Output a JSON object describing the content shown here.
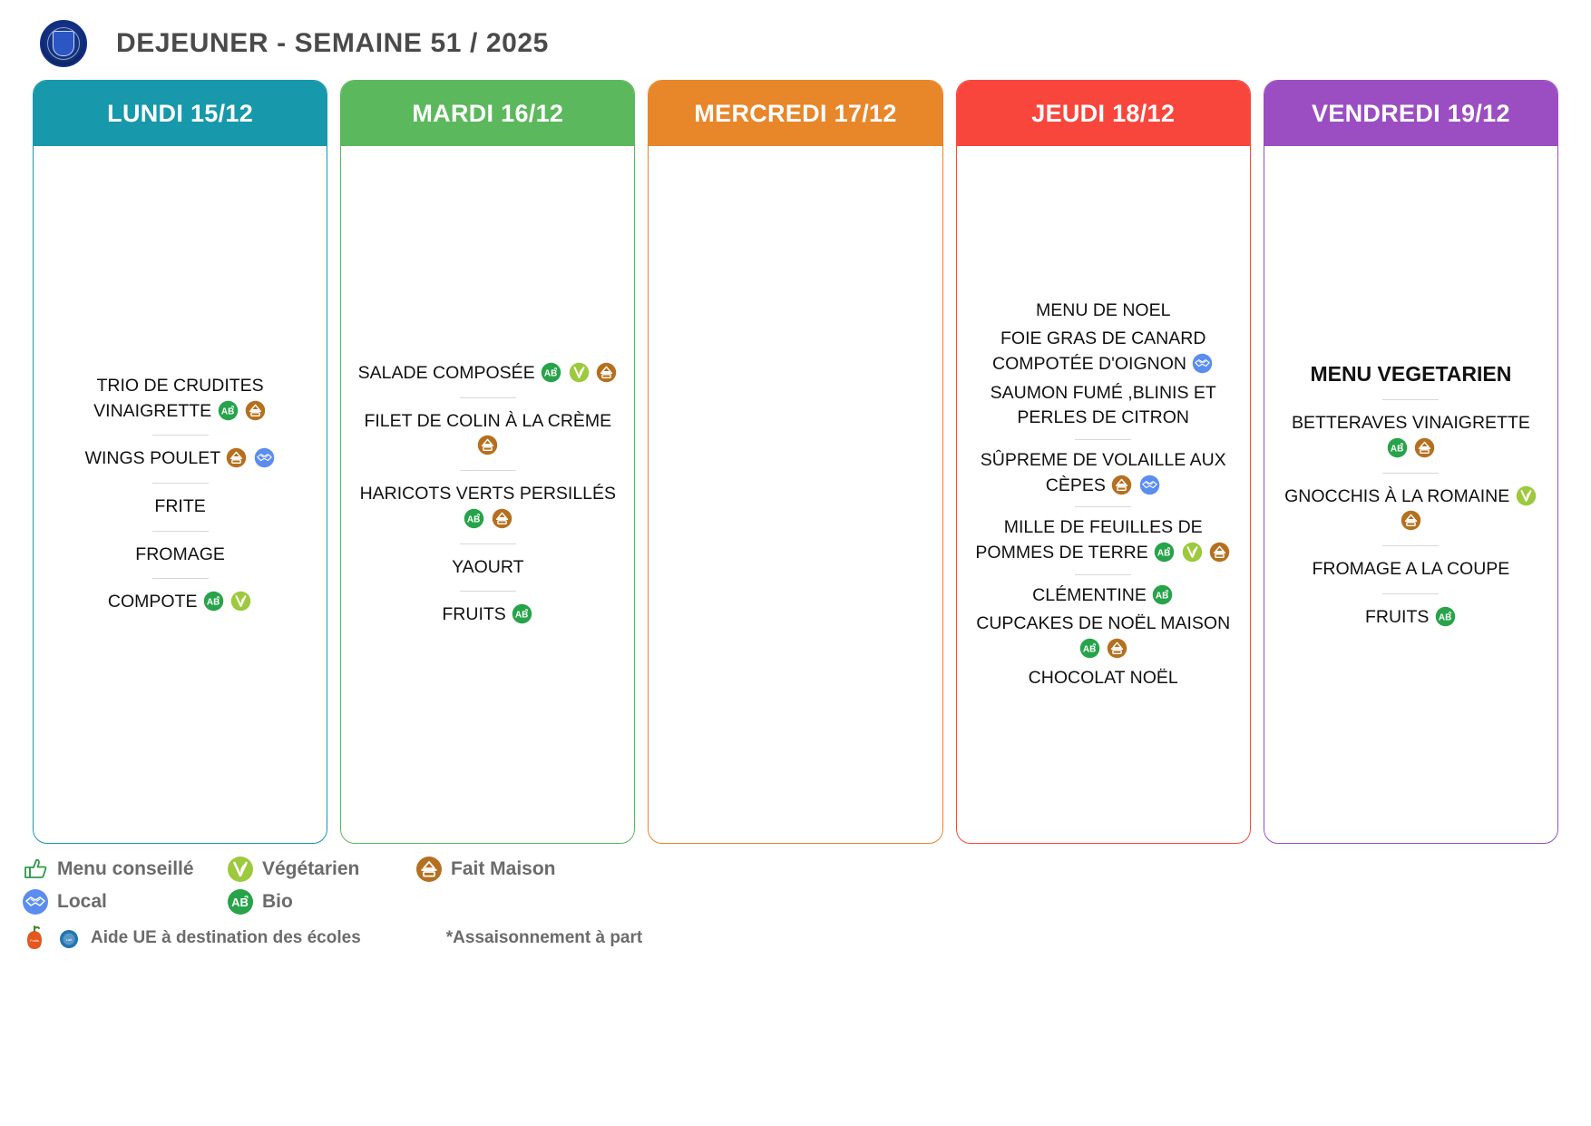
{
  "header": {
    "title": "DEJEUNER - SEMAINE 51 / 2025",
    "logo_name": "college-jean-rostand-crest"
  },
  "colors": {
    "lundi": "#1798ab",
    "mardi": "#5cb85c",
    "mercredi": "#e8862a",
    "jeudi": "#f9463c",
    "vendredi": "#9b4ec2",
    "bio": "#27a34a",
    "vegetarien": "#9dc93d",
    "fait_maison": "#b5701f",
    "local": "#5b8def",
    "menu_conseille": "#2e9b4a"
  },
  "days": [
    {
      "id": "lundi",
      "label": "LUNDI 15/12",
      "color": "#1798ab",
      "items": [
        {
          "text": "TRIO DE CRUDITES VINAIGRETTE",
          "badges": [
            "bio",
            "fait-maison"
          ],
          "bold": false
        },
        {
          "text": "WINGS POULET",
          "badges": [
            "fait-maison",
            "local"
          ],
          "bold": false
        },
        {
          "text": "FRITE",
          "badges": [],
          "bold": false
        },
        {
          "text": "FROMAGE",
          "badges": [],
          "bold": false
        },
        {
          "text": "COMPOTE",
          "badges": [
            "bio",
            "vegetarien"
          ],
          "bold": false
        }
      ]
    },
    {
      "id": "mardi",
      "label": "MARDI 16/12",
      "color": "#5cb85c",
      "items": [
        {
          "text": "SALADE COMPOSÉE",
          "badges": [
            "bio",
            "vegetarien",
            "fait-maison"
          ],
          "bold": false
        },
        {
          "text": "FILET DE COLIN À LA CRÈME",
          "badges": [
            "fait-maison"
          ],
          "bold": false
        },
        {
          "text": "HARICOTS VERTS PERSILLÉS",
          "badges": [
            "bio",
            "fait-maison"
          ],
          "bold": false
        },
        {
          "text": "YAOURT",
          "badges": [],
          "bold": false
        },
        {
          "text": "FRUITS",
          "badges": [
            "bio"
          ],
          "bold": false
        }
      ]
    },
    {
      "id": "mercredi",
      "label": "MERCREDI 17/12",
      "color": "#e8862a",
      "items": []
    },
    {
      "id": "jeudi",
      "label": "JEUDI 18/12",
      "color": "#f9463c",
      "items": [
        {
          "text": "MENU DE NOEL",
          "badges": [],
          "bold": false,
          "group": 0
        },
        {
          "text": "FOIE GRAS DE CANARD COMPOTÉE D'OIGNON",
          "badges": [
            "local"
          ],
          "bold": false,
          "group": 0
        },
        {
          "text": "SAUMON FUMÉ ,BLINIS ET PERLES DE CITRON",
          "badges": [],
          "bold": false,
          "group": 0
        },
        {
          "text": "SÛPREME DE VOLAILLE AUX CÈPES",
          "badges": [
            "fait-maison",
            "local"
          ],
          "bold": false,
          "group": 1
        },
        {
          "text": "MILLE DE FEUILLES DE POMMES DE TERRE",
          "badges": [
            "bio",
            "vegetarien",
            "fait-maison"
          ],
          "bold": false,
          "group": 2
        },
        {
          "text": "CLÉMENTINE",
          "badges": [
            "bio"
          ],
          "bold": false,
          "group": 3
        },
        {
          "text": "CUPCAKES DE NOËL MAISON",
          "badges": [
            "bio",
            "fait-maison"
          ],
          "bold": false,
          "group": 3
        },
        {
          "text": "CHOCOLAT NOËL",
          "badges": [],
          "bold": false,
          "group": 3
        }
      ]
    },
    {
      "id": "vendredi",
      "label": "VENDREDI 19/12",
      "color": "#9b4ec2",
      "items": [
        {
          "text": "MENU VEGETARIEN",
          "badges": [],
          "bold": true
        },
        {
          "text": "BETTERAVES VINAIGRETTE",
          "badges": [
            "bio",
            "fait-maison"
          ],
          "bold": false
        },
        {
          "text": "GNOCCHIS À LA ROMAINE",
          "badges": [
            "vegetarien",
            "fait-maison"
          ],
          "bold": false
        },
        {
          "text": "FROMAGE A LA COUPE",
          "badges": [],
          "bold": false
        },
        {
          "text": "FRUITS",
          "badges": [
            "bio"
          ],
          "bold": false
        }
      ]
    }
  ],
  "legend": {
    "entries": [
      {
        "icon": "menu-conseille-icon",
        "label": "Menu conseillé"
      },
      {
        "icon": "vegetarien-icon",
        "label": "Végétarien"
      },
      {
        "icon": "fait-maison-icon",
        "label": "Fait Maison"
      },
      {
        "icon": "local-icon",
        "label": "Local"
      },
      {
        "icon": "bio-icon",
        "label": "Bio"
      }
    ],
    "eu_aid_label": "Aide UE à destination des écoles",
    "seasoning_note": "*Assaisonnement à part",
    "eu_fruit_icon": "eu-fruit-aid-icon",
    "eu_milk_icon": "eu-milk-aid-icon"
  }
}
